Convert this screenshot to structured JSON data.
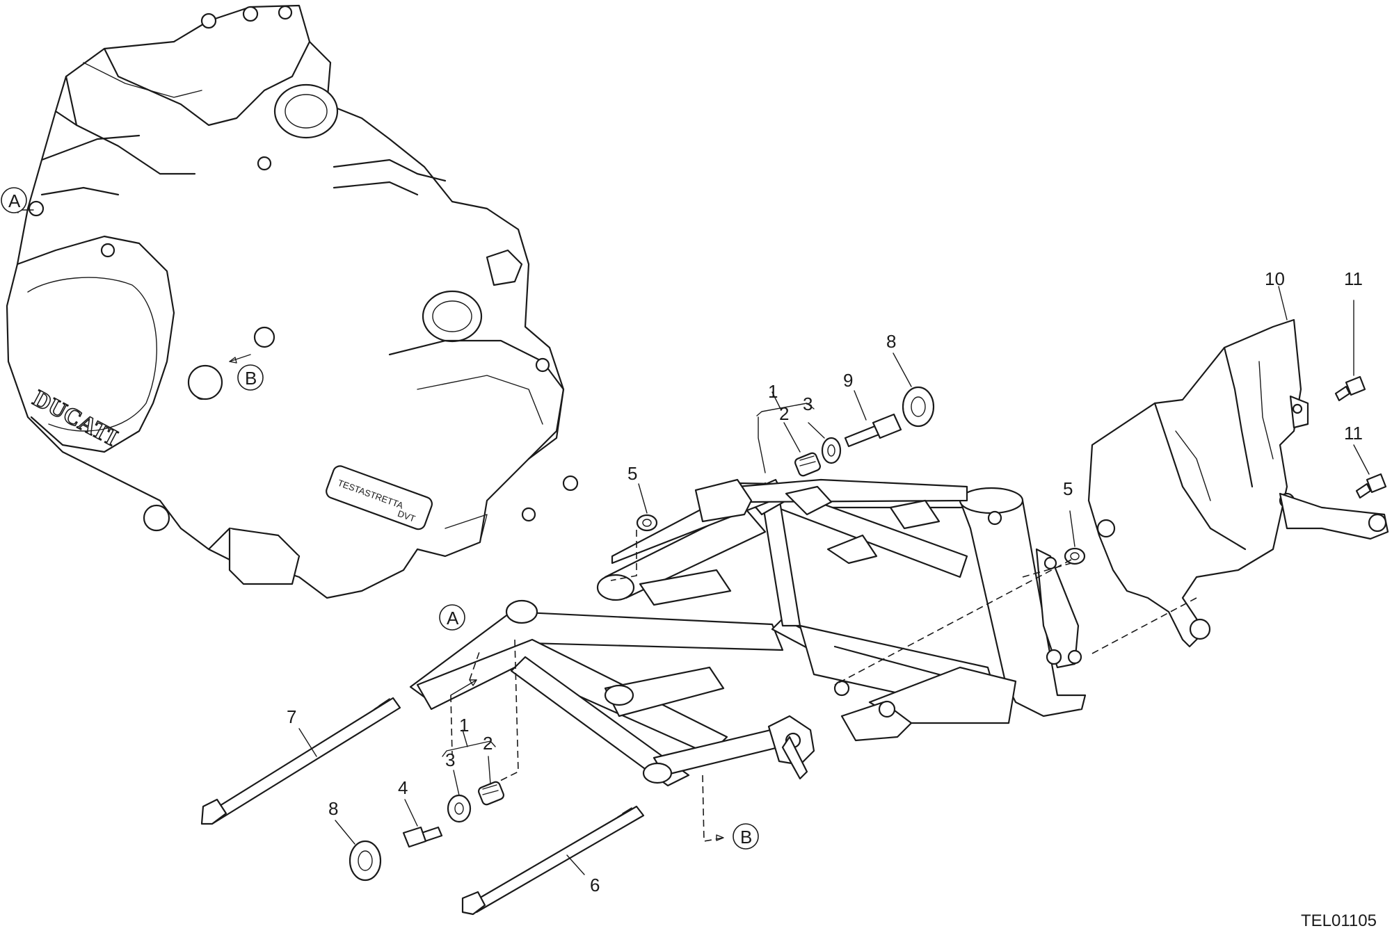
{
  "drawing_code": "TEL01105",
  "engine": {
    "brand_mark": "DUCATI",
    "plate_text": "TESTASTRETTA",
    "plate_badge": "DVT"
  },
  "refs": {
    "a": "A",
    "b": "B"
  },
  "callouts": {
    "n1": "1",
    "n2": "2",
    "n3": "3",
    "n4": "4",
    "n5": "5",
    "n6": "6",
    "n7": "7",
    "n8": "8",
    "n9": "9",
    "n10": "10",
    "n11": "11"
  }
}
